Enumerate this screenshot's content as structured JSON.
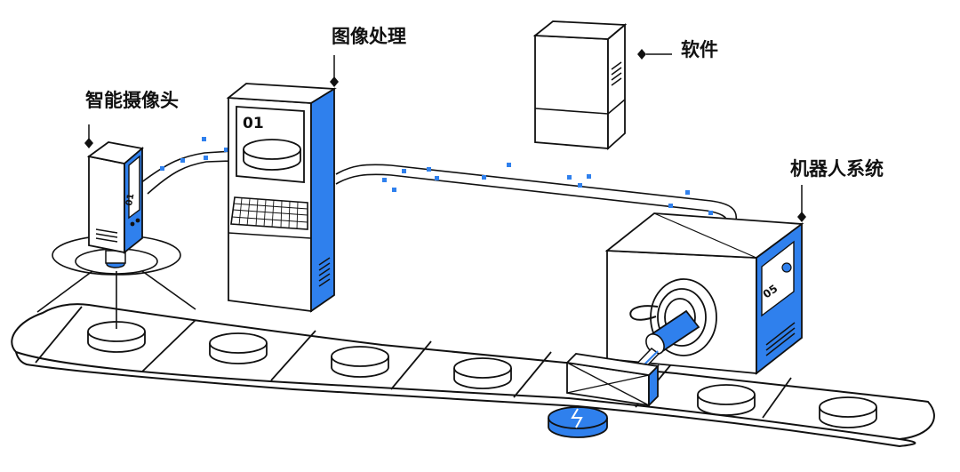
{
  "labels": {
    "camera": "智能摄像头",
    "image_processing": "图像处理",
    "software": "软件",
    "robot_system": "机器人系统"
  },
  "devices": {
    "processor_code": "01",
    "camera_code": "01",
    "robot_code": "05"
  },
  "colors": {
    "accent": "#2F80ED",
    "outline": "#111111",
    "background": "#ffffff",
    "defect_mark": "#ffffff"
  },
  "icons": {
    "marker": "diamond-icon",
    "defect": "lightning-icon"
  }
}
